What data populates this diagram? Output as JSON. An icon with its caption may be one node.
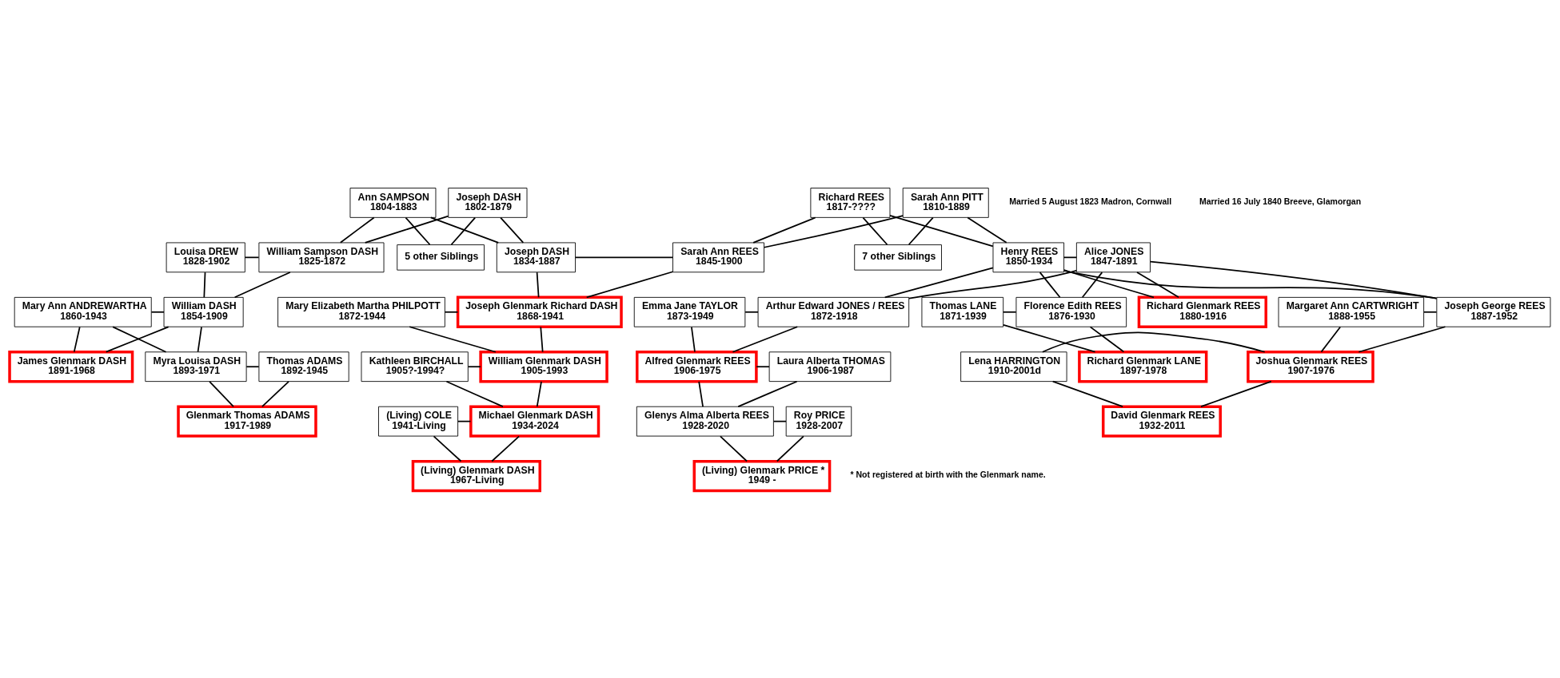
{
  "diagram": {
    "nodes": [
      {
        "text": [
          "Ann SAMPSON",
          "1804-1883"
        ]
      },
      {
        "text": [
          "Joseph DASH",
          "1802-1879"
        ]
      },
      {
        "text": [
          "Richard REES",
          "1817-????"
        ]
      },
      {
        "text": [
          "Sarah Ann PITT",
          "1810-1889"
        ]
      },
      {
        "text": [
          "Louisa DREW",
          "1828-1902"
        ]
      },
      {
        "text": [
          "William Sampson DASH",
          "1825-1872"
        ]
      },
      {
        "text": [
          "5 other Siblings"
        ]
      },
      {
        "text": [
          "Joseph DASH",
          "1834-1887"
        ]
      },
      {
        "text": [
          "Sarah Ann REES",
          "1845-1900"
        ]
      },
      {
        "text": [
          "7 other Siblings"
        ]
      },
      {
        "text": [
          "Henry REES",
          "1850-1934"
        ]
      },
      {
        "text": [
          "Alice JONES",
          "1847-1891"
        ]
      },
      {
        "text": [
          "Mary Ann ANDREWARTHA",
          "1860-1943"
        ]
      },
      {
        "text": [
          "William DASH",
          "1854-1909"
        ]
      },
      {
        "text": [
          "Mary Elizabeth Martha PHILPOTT",
          "1872-1944"
        ]
      },
      {
        "text": [
          "Joseph Glenmark Richard DASH",
          "1868-1941"
        ]
      },
      {
        "text": [
          "Emma Jane TAYLOR",
          "1873-1949"
        ]
      },
      {
        "text": [
          "Arthur Edward JONES / REES",
          "1872-1918"
        ]
      },
      {
        "text": [
          "Thomas LANE",
          "1871-1939"
        ]
      },
      {
        "text": [
          "Florence Edith REES",
          "1876-1930"
        ]
      },
      {
        "text": [
          "Margaret Ann CARTWRIGHT",
          "1888-1955"
        ]
      },
      {
        "text": [
          "Joseph George REES",
          "1887-1952"
        ]
      },
      {
        "text": [
          "Richard Glenmark REES",
          "1880-1916"
        ]
      },
      {
        "text": [
          "James Glenmark DASH",
          "1891-1968"
        ]
      },
      {
        "text": [
          "Myra Louisa DASH",
          "1893-1971"
        ]
      },
      {
        "text": [
          "Thomas ADAMS",
          "1892-1945"
        ]
      },
      {
        "text": [
          "Kathleen BIRCHALL",
          "1905?-1994?"
        ]
      },
      {
        "text": [
          "William Glenmark DASH",
          "1905-1993"
        ]
      },
      {
        "text": [
          "Alfred Glenmark REES",
          "1906-1975"
        ]
      },
      {
        "text": [
          "Laura Alberta THOMAS",
          "1906-1987"
        ]
      },
      {
        "text": [
          "Richard Glenmark LANE",
          "1897-1978"
        ]
      },
      {
        "text": [
          "Lena HARRINGTON",
          "1910-2001d"
        ]
      },
      {
        "text": [
          "Joshua Glenmark REES",
          "1907-1976"
        ]
      },
      {
        "text": [
          "Glenmark Thomas ADAMS",
          "1917-1989"
        ]
      },
      {
        "text": [
          "(Living) COLE",
          "1941-Living"
        ]
      },
      {
        "text": [
          "Michael Glenmark DASH",
          "1934-2024"
        ]
      },
      {
        "text": [
          "Glenys Alma Alberta REES",
          "1928-2020"
        ]
      },
      {
        "text": [
          "Roy PRICE",
          "1928-2007"
        ]
      },
      {
        "text": [
          "David Glenmark REES",
          "1932-2011"
        ]
      },
      {
        "text": [
          "(Living) Glenmark DASH",
          "1967-Living"
        ]
      },
      {
        "text": [
          "(Living) Glenmark PRICE *",
          "1949 -"
        ]
      }
    ],
    "edges": [
      {
        "from": 0,
        "to": 5,
        "arrow": "none"
      },
      {
        "from": 1,
        "to": 5,
        "arrow": "none"
      },
      {
        "from": 0,
        "to": 6,
        "arrow": "none"
      },
      {
        "from": 1,
        "to": 6,
        "arrow": "none"
      },
      {
        "from": 0,
        "to": 7,
        "arrow": "none"
      },
      {
        "from": 1,
        "to": 7,
        "arrow": "none"
      },
      {
        "from": 2,
        "to": 8,
        "arrow": "none"
      },
      {
        "from": 3,
        "to": 8,
        "arrow": "none"
      },
      {
        "from": 2,
        "to": 9,
        "arrow": "none"
      },
      {
        "from": 3,
        "to": 9,
        "arrow": "none"
      },
      {
        "from": 2,
        "to": 10,
        "arrow": "none"
      },
      {
        "from": 3,
        "to": 10,
        "arrow": "none"
      },
      {
        "from": 4,
        "to": 5,
        "arrow": "none"
      },
      {
        "from": 7,
        "to": 8,
        "arrow": "none"
      },
      {
        "from": 10,
        "to": 11,
        "arrow": "none"
      },
      {
        "from": 4,
        "to": 13,
        "arrow": "none"
      },
      {
        "from": 5,
        "to": 13,
        "arrow": "none"
      },
      {
        "from": 7,
        "to": 15,
        "arrow": "none"
      },
      {
        "from": 8,
        "to": 15,
        "arrow": "none"
      },
      {
        "from": 10,
        "to": 17,
        "arrow": "none"
      },
      {
        "from": 11,
        "to": 17,
        "arrow": "none"
      },
      {
        "from": 10,
        "to": 19,
        "arrow": "none"
      },
      {
        "from": 11,
        "to": 19,
        "arrow": "none"
      },
      {
        "from": 10,
        "to": 21,
        "arrow": "none"
      },
      {
        "from": 11,
        "to": 21,
        "arrow": "none"
      },
      {
        "from": 10,
        "to": 22,
        "arrow": "none"
      },
      {
        "from": 11,
        "to": 22,
        "arrow": "none"
      },
      {
        "from": 12,
        "to": 13,
        "arrow": "none"
      },
      {
        "from": 14,
        "to": 15,
        "arrow": "none"
      },
      {
        "from": 16,
        "to": 17,
        "arrow": "none"
      },
      {
        "from": 18,
        "to": 19,
        "arrow": "none"
      },
      {
        "from": 20,
        "to": 21,
        "arrow": "none"
      },
      {
        "from": 12,
        "to": 23,
        "arrow": "none"
      },
      {
        "from": 13,
        "to": 23,
        "arrow": "none"
      },
      {
        "from": 12,
        "to": 24,
        "arrow": "none"
      },
      {
        "from": 13,
        "to": 24,
        "arrow": "none"
      },
      {
        "from": 14,
        "to": 27,
        "arrow": "none"
      },
      {
        "from": 15,
        "to": 27,
        "arrow": "none"
      },
      {
        "from": 16,
        "to": 28,
        "arrow": "none"
      },
      {
        "from": 17,
        "to": 28,
        "arrow": "none"
      },
      {
        "from": 18,
        "to": 30,
        "arrow": "none"
      },
      {
        "from": 19,
        "to": 30,
        "arrow": "none"
      },
      {
        "from": 20,
        "to": 32,
        "arrow": "none"
      },
      {
        "from": 21,
        "to": 32,
        "arrow": "none"
      },
      {
        "from": 24,
        "to": 25,
        "arrow": "none"
      },
      {
        "from": 26,
        "to": 27,
        "arrow": "none"
      },
      {
        "from": 28,
        "to": 29,
        "arrow": "none"
      },
      {
        "from": 31,
        "to": 32,
        "arrow": "none"
      },
      {
        "from": 24,
        "to": 33,
        "arrow": "none"
      },
      {
        "from": 25,
        "to": 33,
        "arrow": "none"
      },
      {
        "from": 26,
        "to": 35,
        "arrow": "none"
      },
      {
        "from": 27,
        "to": 35,
        "arrow": "none"
      },
      {
        "from": 28,
        "to": 36,
        "arrow": "none"
      },
      {
        "from": 29,
        "to": 36,
        "arrow": "none"
      },
      {
        "from": 31,
        "to": 38,
        "arrow": "none"
      },
      {
        "from": 32,
        "to": 38,
        "arrow": "none"
      },
      {
        "from": 34,
        "to": 35,
        "arrow": "none"
      },
      {
        "from": 36,
        "to": 37,
        "arrow": "none"
      },
      {
        "from": 34,
        "to": 39,
        "arrow": "none"
      },
      {
        "from": 35,
        "to": 39,
        "arrow": "none"
      },
      {
        "from": 36,
        "to": 40,
        "arrow": "none"
      },
      {
        "from": 37,
        "to": 40,
        "arrow": "none"
      }
    ],
    "labels": [
      "Married 5 August 1823 Madron, Cornwall",
      "Married 16 July 1840 Breeve, Glamorgan",
      "* Not registered at birth with the Glenmark name."
    ]
  }
}
